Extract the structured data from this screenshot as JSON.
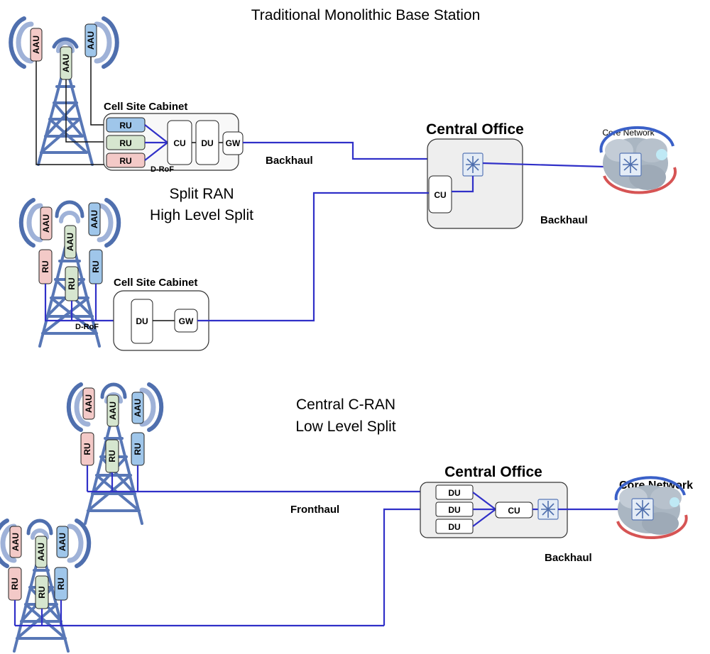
{
  "colors": {
    "ru_pink": "#f3c9c7",
    "ru_green": "#d6e6cf",
    "ru_blue": "#9fc6ea",
    "mast": "#5877b6",
    "link_blue": "#3030c8",
    "wave_dark": "#4f6fae",
    "wave_light": "#9fb2d8",
    "office_fill": "#eeeeee"
  },
  "icons": [
    "tower-icon",
    "signal-wave-icon",
    "switch-icon",
    "core-network-cloud-icon"
  ],
  "sections": {
    "traditional": "Traditional Monolithic Base Station",
    "split_line1": "Split RAN",
    "split_line2": "High Level Split",
    "cran_line1": "Central C-RAN",
    "cran_line2": "Low Level Split"
  },
  "labels": {
    "cabinet": "Cell Site Cabinet",
    "central_office": "Central Office",
    "core_network": "Core Network",
    "backhaul": "Backhaul",
    "fronthaul": "Fronthaul",
    "d_rof": "D-RoF"
  },
  "units": {
    "aau": "AAU",
    "ru": "RU",
    "cu": "CU",
    "du": "DU",
    "gw": "GW"
  }
}
